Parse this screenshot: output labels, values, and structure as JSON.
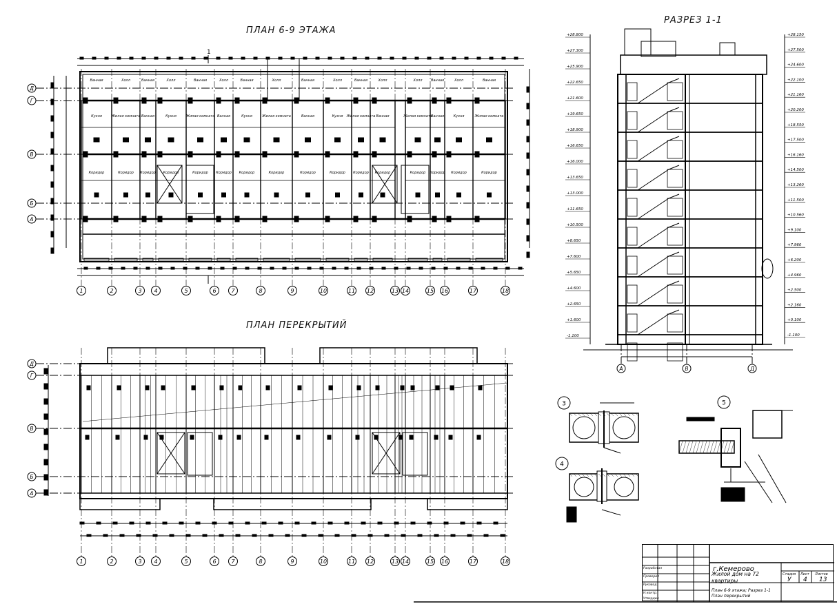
{
  "titles": {
    "plan": "ПЛАН 6-9 ЭТАЖА",
    "section": "РАЗРЕЗ 1-1",
    "slabs": "ПЛАН ПЕРЕКРЫТИЙ"
  },
  "axes_numbers": [
    "1",
    "2",
    "3",
    "4",
    "5",
    "6",
    "7",
    "8",
    "9",
    "10",
    "11",
    "12",
    "13",
    "14",
    "15",
    "16",
    "17",
    "18"
  ],
  "axes_letters_plan": [
    "Д",
    "Г",
    "В",
    "Б",
    "А"
  ],
  "axes_section": [
    "А",
    "В",
    "Д"
  ],
  "room_labels": {
    "kitchen": "Кухня",
    "living": "Жилая комната",
    "bath": "Ванная",
    "corridor": "Коридор",
    "hall": "Холл"
  },
  "levels_left": [
    "+28.800",
    "+27.300",
    "+25.900",
    "+22.650",
    "+21.600",
    "+19.650",
    "+18.900",
    "+16.650",
    "+16.000",
    "+13.650",
    "+13.000",
    "+11.650",
    "+10.500",
    "+8.650",
    "+7.600",
    "+5.650",
    "+4.600",
    "+2.650",
    "+1.600",
    "-1.100"
  ],
  "levels_right": [
    "+28.150",
    "+27.500",
    "+24.600",
    "+22.100",
    "+21.160",
    "+20.200",
    "+18.550",
    "+17.500",
    "+16.160",
    "+14.500",
    "+13.260",
    "+11.500",
    "+10.560",
    "+9.100",
    "+7.960",
    "+6.200",
    "+4.960",
    "+2.500",
    "+2.160",
    "+0.100",
    "-1.100"
  ],
  "details": [
    "3",
    "4",
    "5"
  ],
  "stamp": {
    "city": "г.Кемерово",
    "project": "Жилой дом на 72 квартиры",
    "sheet_desc": "План 6-9 этажа; Разрез 1-1 План перекрытий",
    "col_stage": "Стадия",
    "col_sheet": "Лист",
    "col_sheets": "Листов",
    "stage": "У",
    "sheet": "4",
    "sheets": "13",
    "roles": [
      "Разработал",
      "Проверил",
      "Руковод.",
      "Н.контр.",
      "Утвердил"
    ]
  }
}
